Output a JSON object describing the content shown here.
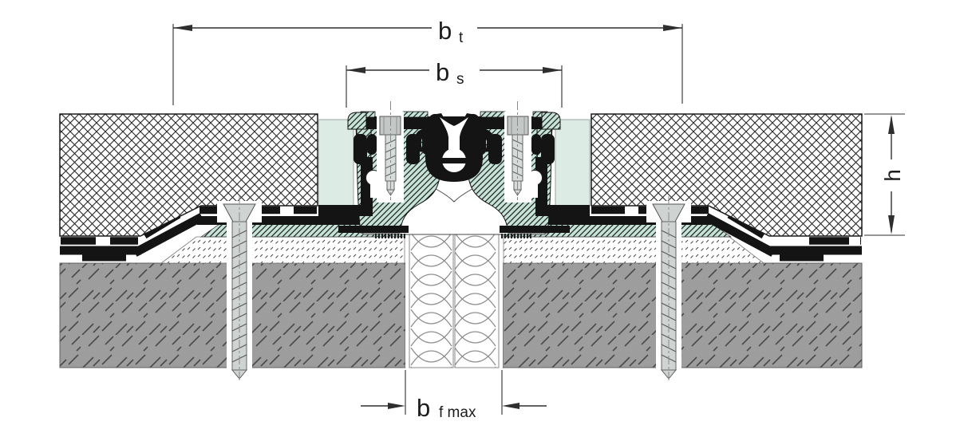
{
  "figure": {
    "dimensions": {
      "bt": {
        "main": "b",
        "sub": "t"
      },
      "bs": {
        "main": "b",
        "sub": "s"
      },
      "bfmax": {
        "main": "b",
        "sub": "f max"
      },
      "h": {
        "main": "h"
      }
    },
    "colors": {
      "aluminum_profile_fill": "#c6e3d8",
      "sealant_block_fill": "#dcece5",
      "concrete_fill": "#9d9d9d",
      "rubber_gland_fill": "#141414",
      "screw_fill": "#cfd4d2",
      "dimension_line": "#2e2e2e"
    }
  }
}
